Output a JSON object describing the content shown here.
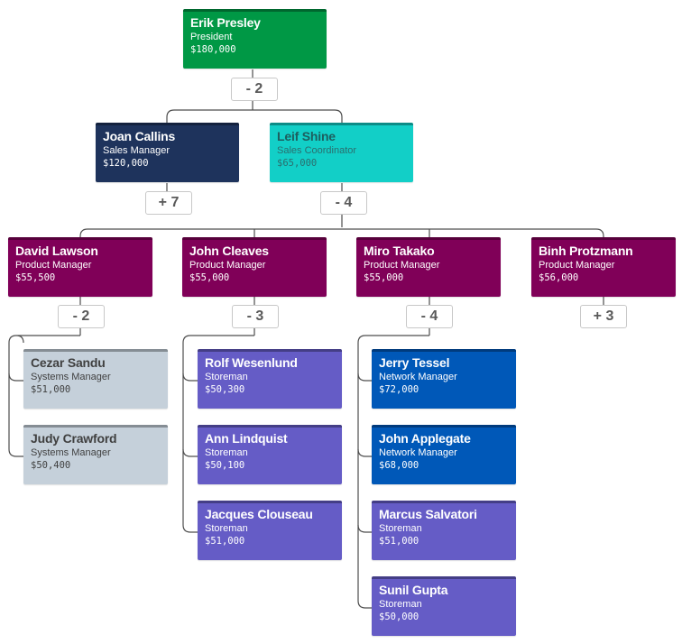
{
  "colors": {
    "president": "#009845",
    "sales_manager": "#1e335c",
    "sales_coordinator": "#12cfc7",
    "product_manager": "#800058",
    "systems_manager": "#c5d0da",
    "storeman": "#655cc6",
    "network_manager": "#0058b8",
    "connector": "#4d4d4d"
  },
  "nodes": {
    "erik": {
      "name": "Erik Presley",
      "title": "President",
      "salary": "$180,000"
    },
    "joan": {
      "name": "Joan Callins",
      "title": "Sales Manager",
      "salary": "$120,000"
    },
    "leif": {
      "name": "Leif Shine",
      "title": "Sales Coordinator",
      "salary": "$65,000"
    },
    "david": {
      "name": "David Lawson",
      "title": "Product Manager",
      "salary": "$55,500"
    },
    "johnc": {
      "name": "John Cleaves",
      "title": "Product Manager",
      "salary": "$55,000"
    },
    "miro": {
      "name": "Miro Takako",
      "title": "Product Manager",
      "salary": "$55,000"
    },
    "binh": {
      "name": "Binh Protzmann",
      "title": "Product Manager",
      "salary": "$56,000"
    },
    "cezar": {
      "name": "Cezar Sandu",
      "title": "Systems Manager",
      "salary": "$51,000"
    },
    "judy": {
      "name": "Judy Crawford",
      "title": "Systems Manager",
      "salary": "$50,400"
    },
    "rolf": {
      "name": "Rolf Wesenlund",
      "title": "Storeman",
      "salary": "$50,300"
    },
    "ann": {
      "name": "Ann Lindquist",
      "title": "Storeman",
      "salary": "$50,100"
    },
    "jacques": {
      "name": "Jacques Clouseau",
      "title": "Storeman",
      "salary": "$51,000"
    },
    "jerry": {
      "name": "Jerry Tessel",
      "title": "Network Manager",
      "salary": "$72,000"
    },
    "johna": {
      "name": "John Applegate",
      "title": "Network Manager",
      "salary": "$68,000"
    },
    "marcus": {
      "name": "Marcus Salvatori",
      "title": "Storeman",
      "salary": "$51,000"
    },
    "sunil": {
      "name": "Sunil Gupta",
      "title": "Storeman",
      "salary": "$50,000"
    }
  },
  "toggles": {
    "erik": "- 2",
    "joan": "+ 7",
    "leif": "- 4",
    "david": "- 2",
    "johnc": "- 3",
    "miro": "- 4",
    "binh": "+ 3"
  }
}
